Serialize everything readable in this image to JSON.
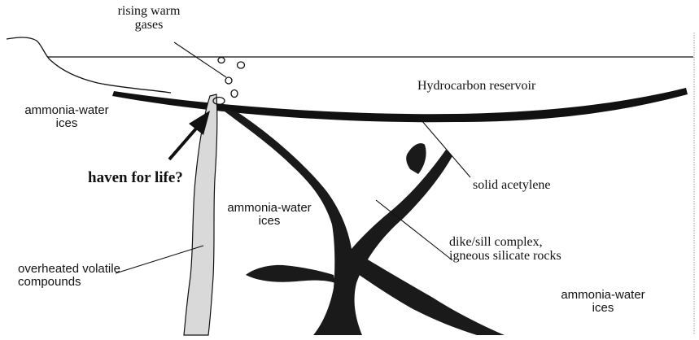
{
  "labels": {
    "rising_gases": "rising warm\ngases",
    "reservoir": "Hydrocarbon reservoir",
    "ammonia_left": "ammonia-water\nices",
    "haven": "haven for life?",
    "solid_acetylene": "solid acetylene",
    "ammonia_center": "ammonia-water\nices",
    "dike_sill": "dike/sill complex,\nigneous silicate rocks",
    "overheated": "overheated volatile\ncompounds",
    "ammonia_right": "ammonia-water\nices"
  },
  "colors": {
    "ink": "#111111",
    "dike": "#1a1a1a",
    "conduit_fill": "#d9d9d9",
    "background": "#ffffff"
  }
}
